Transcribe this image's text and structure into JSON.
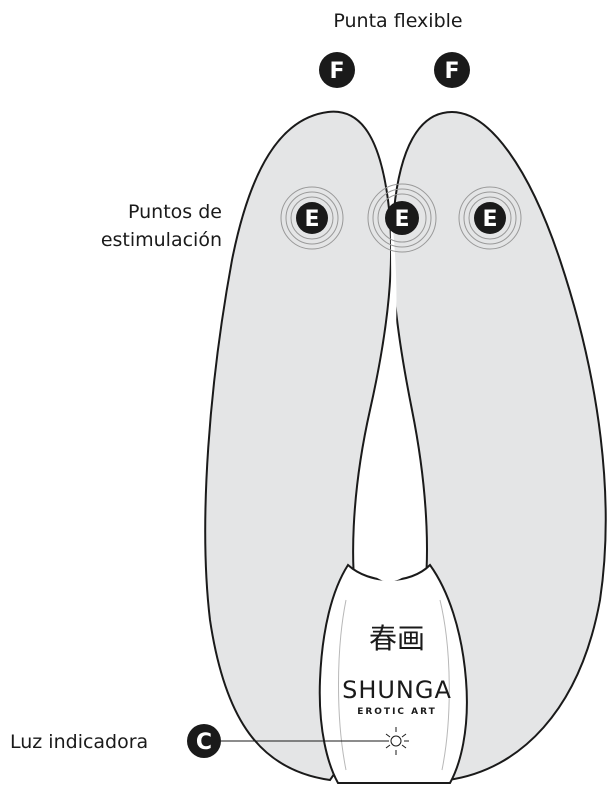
{
  "labels": {
    "tip": "Punta flexible",
    "stimulation_line1": "Puntos de",
    "stimulation_line2": "estimulación",
    "indicator": "Luz indicadora"
  },
  "markers": {
    "tip": "F",
    "stimulation": "E",
    "indicator": "C"
  },
  "brand": {
    "logo_glyph": "春画",
    "name": "SHUNGA",
    "tagline": "EROTIC ART"
  },
  "colors": {
    "body_fill": "#e4e5e6",
    "outline": "#1a1a1a",
    "marker_fill": "#1a1a1a",
    "marker_text": "#ffffff",
    "base_fill": "#ffffff"
  }
}
